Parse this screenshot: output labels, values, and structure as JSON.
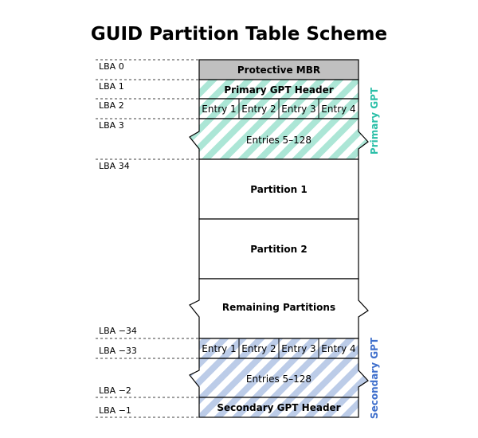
{
  "title": "GUID Partition Table Scheme",
  "lba_labels": {
    "lba0": "LBA 0",
    "lba1": "LBA 1",
    "lba2": "LBA 2",
    "lba3": "LBA 3",
    "lba34": "LBA 34",
    "lba_m34": "LBA −34",
    "lba_m33": "LBA −33",
    "lba_m2": "LBA −2",
    "lba_m1": "LBA −1"
  },
  "blocks": {
    "protective_mbr": "Protective MBR",
    "primary_header": "Primary GPT Header",
    "entries": [
      "Entry 1",
      "Entry 2",
      "Entry 3",
      "Entry 4"
    ],
    "entries_rest_primary": "Entries 5–128",
    "partition1": "Partition 1",
    "partition2": "Partition 2",
    "remaining": "Remaining Partitions",
    "entries_secondary": [
      "Entry 1",
      "Entry 2",
      "Entry 3",
      "Entry 4"
    ],
    "entries_rest_secondary": "Entries 5–128",
    "secondary_header": "Secondary GPT Header"
  },
  "side_labels": {
    "primary": "Primary GPT",
    "secondary": "Secondary GPT"
  },
  "colors": {
    "primary_stripe": "#ace6d6",
    "secondary_stripe": "#bccce8",
    "mbr_fill": "#c0c0c0",
    "primary_text": "#2bbfa8",
    "secondary_text": "#3f6fcc"
  }
}
